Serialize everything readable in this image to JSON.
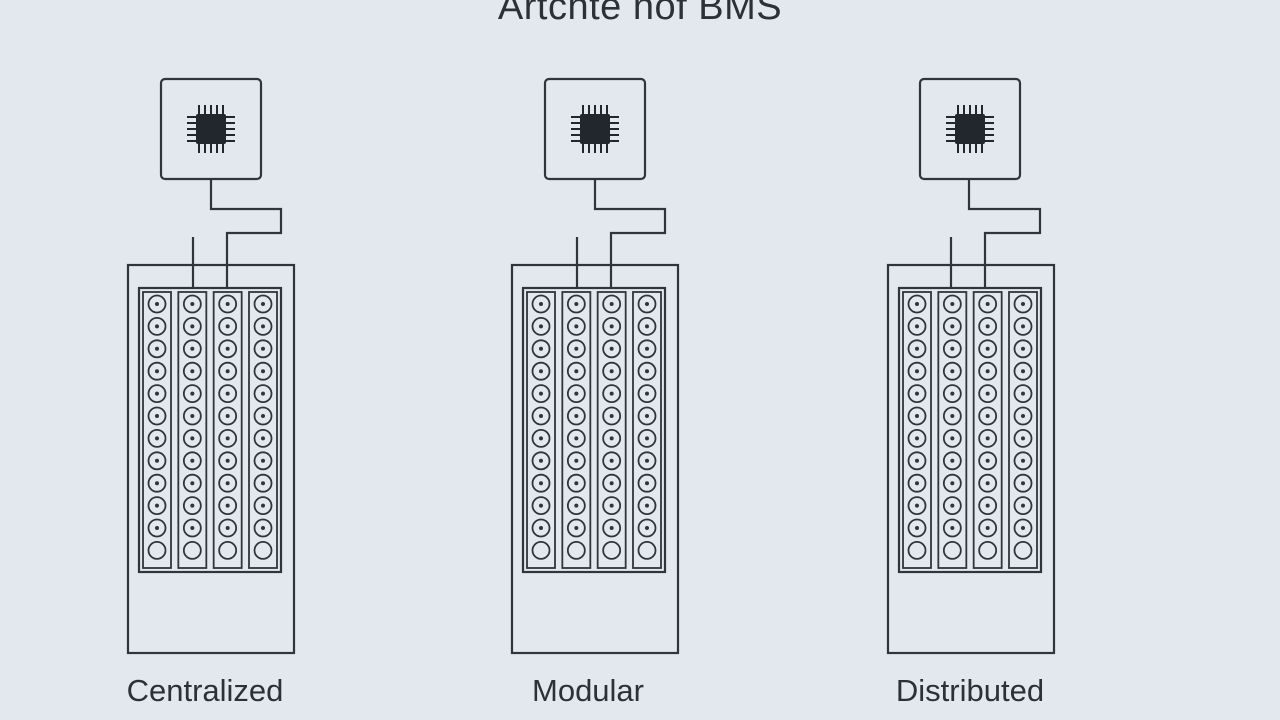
{
  "title": "Artchte nof BMS",
  "architectures": [
    {
      "id": "centralized",
      "label": "Centralized"
    },
    {
      "id": "modular",
      "label": "Modular"
    },
    {
      "id": "distributed",
      "label": "Distributed"
    }
  ],
  "colors": {
    "background": "#e3e8ef",
    "stroke": "#2f353c",
    "chip": "#22272d",
    "text": "#2b3138"
  },
  "icons": {
    "controller": "chip-icon",
    "cell": "battery-cell-icon"
  }
}
